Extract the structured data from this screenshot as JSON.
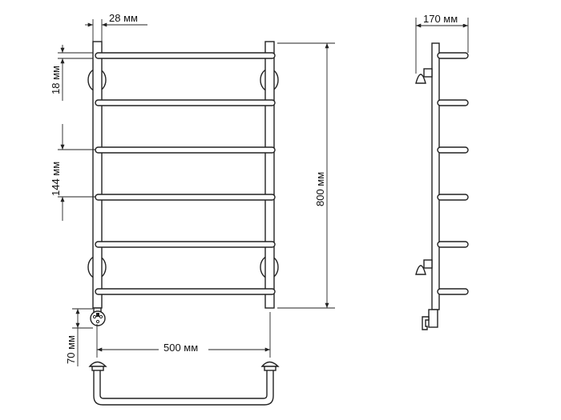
{
  "dimensions": {
    "tube_diameter": "28 мм",
    "top_offset": "18 мм",
    "rung_pitch": "144 мм",
    "height": "800 мм",
    "connector": "70 мм",
    "width": "500 мм",
    "depth": "170 мм"
  },
  "colors": {
    "line": "#222222",
    "background": "#ffffff"
  }
}
